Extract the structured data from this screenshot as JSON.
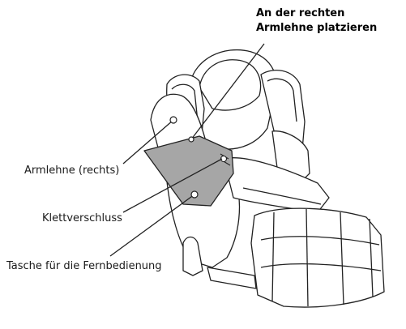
{
  "diagram": {
    "title_line1": "An der rechten",
    "title_line2": "Armlehne platzieren",
    "labels": {
      "armrest": "Armlehne (rechts)",
      "velcro": "Klettverschluss",
      "pocket": "Tasche für die Fernbedienung"
    },
    "colors": {
      "line": "#222222",
      "pocket_fill": "#a6a6a6",
      "chair_fill": "#ffffff"
    }
  }
}
